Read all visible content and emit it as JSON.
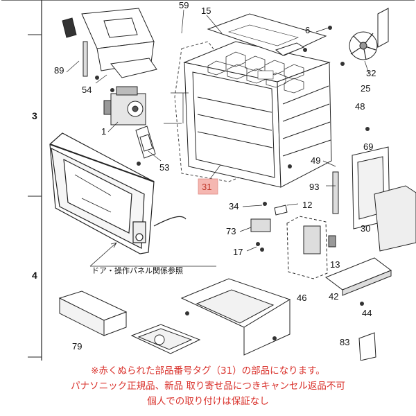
{
  "diagram": {
    "row_labels": [
      "3",
      "4"
    ],
    "note": "ドア・操作パネル関係参照",
    "highlighted_part": "31",
    "part_numbers": [
      "59",
      "15",
      "6",
      "89",
      "54",
      "32",
      "25",
      "1",
      "48",
      "53",
      "69",
      "49",
      "31",
      "93",
      "34",
      "12",
      "73",
      "17",
      "30",
      "13",
      "46",
      "42",
      "44",
      "79",
      "83"
    ]
  },
  "footer": {
    "line1": "※赤くぬられた部品番号タグ（31）の部品になります。",
    "line2": "パナソニック正規品、新品 取り寄せ品につきキャンセル返品不可",
    "line3": "個人での取り付けは保証なし"
  }
}
